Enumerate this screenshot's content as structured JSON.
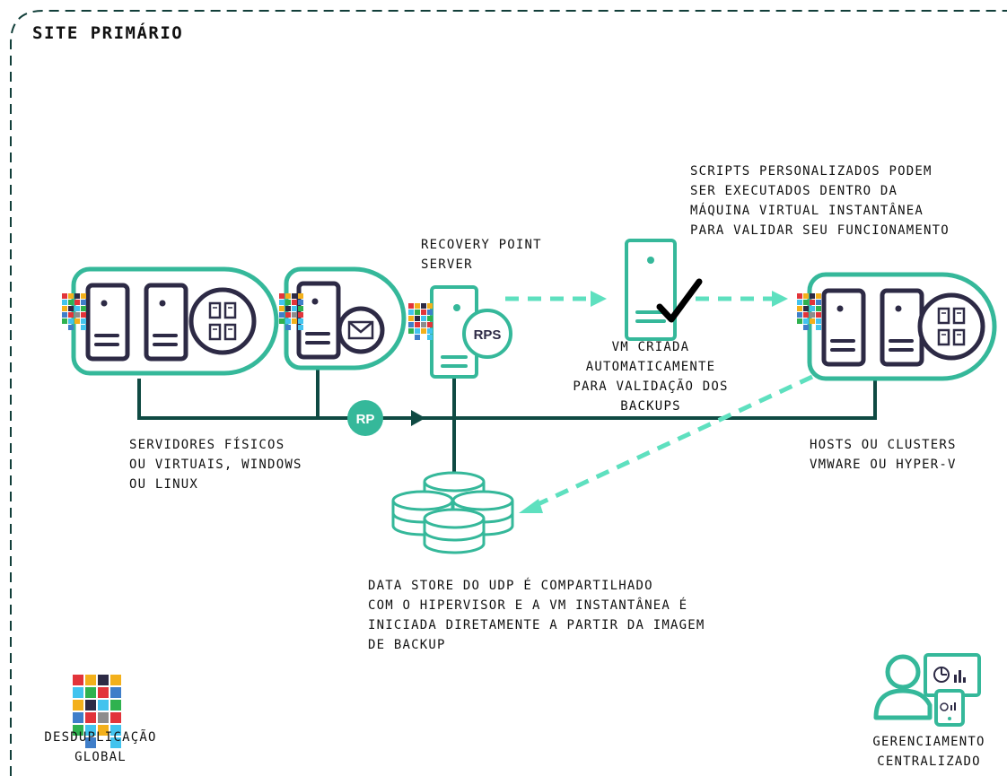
{
  "site_title": "SITE PRIMÁRIO",
  "labels": {
    "recovery_point_server": "RECOVERY POINT\nSERVER",
    "scripts_note": "SCRIPTS PERSONALIZADOS PODEM\nSER EXECUTADOS DENTRO DA\nMÁQUINA VIRTUAL INSTANTÂNEA\nPARA VALIDAR SEU FUNCIONAMENTO",
    "vm_created": "VM CRIADA\nAUTOMATICAMENTE\nPARA VALIDAÇÃO DOS\nBACKUPS",
    "physical_servers": "SERVIDORES FÍSICOS\nOU VIRTUAIS, WINDOWS\nOU LINUX",
    "hosts_clusters": "HOSTS OU CLUSTERS\nVMWARE OU HYPER-V",
    "data_store": "DATA STORE DO UDP É COMPARTILHADO\nCOM O HIPERVISOR E A VM INSTANTÂNEA É\nINICIADA DIRETAMENTE A PARTIR DA IMAGEM\nDE BACKUP",
    "dedup": "DESDUPLICAÇÃO\nGLOBAL",
    "management": "GERENCIAMENTO\nCENTRALIZADO"
  },
  "badges": {
    "rps": "RPS",
    "rp": "RP"
  },
  "icons": {
    "physical_server": "server-vm-icon",
    "mail_server": "mail-server-icon",
    "rps_server": "rps-server-icon",
    "instant_vm": "vm-check-icon",
    "hyperv_host": "host-server-icon",
    "datastore": "database-icon",
    "dedup": "dedup-grid-icon",
    "management": "admin-dashboard-icon"
  },
  "colors": {
    "teal": "#35b89a",
    "teal_light": "#5ee0bf",
    "dark_line": "#0f4a43",
    "navy": "#2d2a45",
    "mosaic": [
      "#e2343a",
      "#f3b01b",
      "#2fb24f",
      "#3f7ec9",
      "#42c3ee",
      "#2d2a45",
      "#8d8d8d"
    ]
  }
}
